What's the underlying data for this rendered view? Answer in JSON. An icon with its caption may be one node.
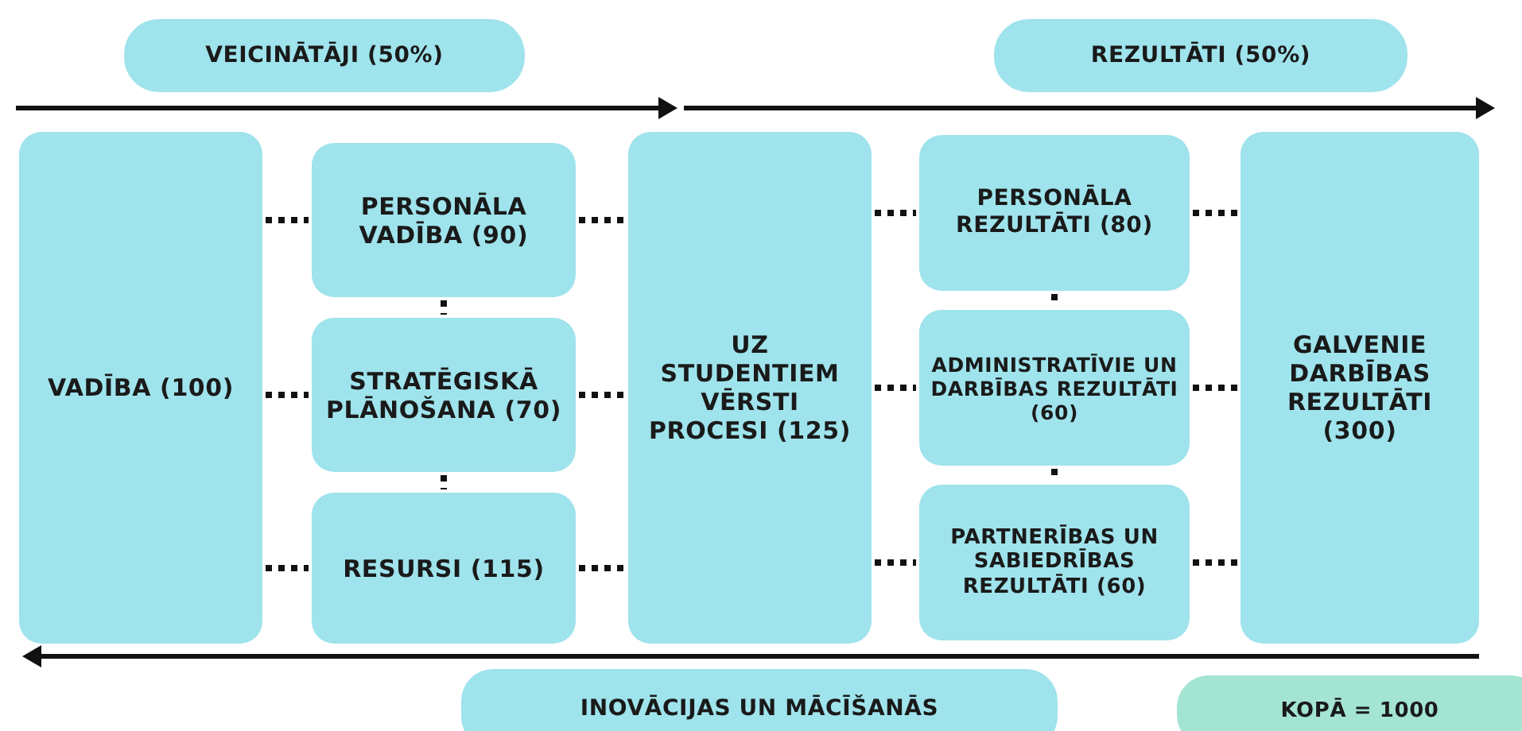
{
  "diagram": {
    "nodes": [
      {
        "text": [
          "VEICINĀTĀJI (50%)"
        ]
      },
      {
        "text": [
          "REZULTĀTI (50%)"
        ]
      },
      {
        "text": [
          "VADĪBA (100)"
        ]
      },
      {
        "text": [
          "PERSONĀLA VADĪBA (90)"
        ]
      },
      {
        "text": [
          "STRATĒGISKĀ PLĀNOŠANA (70)"
        ]
      },
      {
        "text": [
          "RESURSI (115)"
        ]
      },
      {
        "text": [
          "UZ STUDENTIEM VĒRSTI PROCESI (125)"
        ]
      },
      {
        "text": [
          "PERSONĀLA REZULTĀTI (80)"
        ]
      },
      {
        "text": [
          "ADMINISTRATĪVIE UN DARBĪBAS REZULTĀTI (60)"
        ]
      },
      {
        "text": [
          "PARTNERĪBAS UN SABIEDRĪBAS REZULTĀTI (60)"
        ]
      },
      {
        "text": [
          "GALVENIE DARBĪBAS REZULTĀTI (300)"
        ]
      },
      {
        "text": [
          "INOVĀCIJAS UN MĀCĪŠANĀS"
        ]
      },
      {
        "text": [
          "KOPĀ = 1000"
        ]
      }
    ],
    "edges": [
      {
        "from": 2,
        "to": 3,
        "arrow": "none",
        "style": "dashed"
      },
      {
        "from": 2,
        "to": 4,
        "arrow": "none",
        "style": "dashed"
      },
      {
        "from": 2,
        "to": 5,
        "arrow": "none",
        "style": "dashed"
      },
      {
        "from": 3,
        "to": 4,
        "arrow": "none",
        "style": "dashed"
      },
      {
        "from": 4,
        "to": 5,
        "arrow": "none",
        "style": "dashed"
      },
      {
        "from": 3,
        "to": 6,
        "arrow": "none",
        "style": "dashed"
      },
      {
        "from": 4,
        "to": 6,
        "arrow": "none",
        "style": "dashed"
      },
      {
        "from": 5,
        "to": 6,
        "arrow": "none",
        "style": "dashed"
      },
      {
        "from": 6,
        "to": 7,
        "arrow": "none",
        "style": "dashed"
      },
      {
        "from": 6,
        "to": 8,
        "arrow": "none",
        "style": "dashed"
      },
      {
        "from": 6,
        "to": 9,
        "arrow": "none",
        "style": "dashed"
      },
      {
        "from": 7,
        "to": 8,
        "arrow": "none",
        "style": "dashed"
      },
      {
        "from": 8,
        "to": 9,
        "arrow": "none",
        "style": "dashed"
      },
      {
        "from": 7,
        "to": 10,
        "arrow": "none",
        "style": "dashed"
      },
      {
        "from": 8,
        "to": 10,
        "arrow": "none",
        "style": "dashed"
      },
      {
        "from": 9,
        "to": 10,
        "arrow": "none",
        "style": "dashed"
      }
    ]
  }
}
